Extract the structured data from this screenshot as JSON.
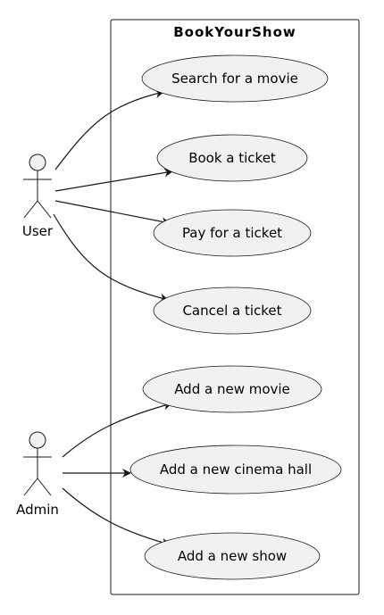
{
  "system": {
    "title": "BookYourShow"
  },
  "actors": [
    {
      "name": "User"
    },
    {
      "name": "Admin"
    }
  ],
  "use_cases": [
    {
      "label": "Search for a movie"
    },
    {
      "label": "Book a ticket"
    },
    {
      "label": "Pay for a ticket"
    },
    {
      "label": "Cancel a ticket"
    },
    {
      "label": "Add a new movie"
    },
    {
      "label": "Add a new cinema hall"
    },
    {
      "label": "Add a new show"
    }
  ],
  "associations": [
    {
      "from": "User",
      "to": "Search for a movie"
    },
    {
      "from": "User",
      "to": "Book a ticket"
    },
    {
      "from": "User",
      "to": "Pay for a ticket"
    },
    {
      "from": "User",
      "to": "Cancel a ticket"
    },
    {
      "from": "Admin",
      "to": "Add a new movie"
    },
    {
      "from": "Admin",
      "to": "Add a new cinema hall"
    },
    {
      "from": "Admin",
      "to": "Add a new show"
    }
  ],
  "colors": {
    "usecase_fill": "#f1f1f1",
    "stroke": "#181818"
  }
}
